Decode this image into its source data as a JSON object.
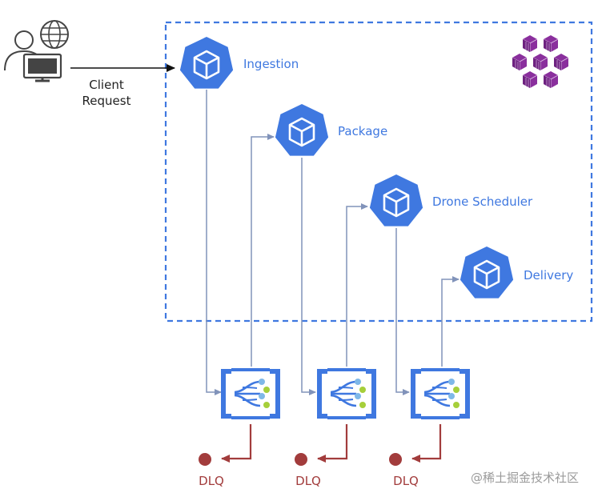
{
  "colors": {
    "boundary": "#3f78e0",
    "service_blue": "#3f78e0",
    "service_icon_white": "#ffffff",
    "arrow_gray_blue": "#8193ba",
    "client_arrow": "#111111",
    "dlq_red": "#a23c3c",
    "queue_frame": "#3f78e0",
    "queue_node_lightblue": "#7fb8e8",
    "queue_node_lime": "#a6cf3a",
    "aks_purple": "#8a2f9d",
    "label_blue": "#3f78e0",
    "label_dark": "#222222",
    "watermark": "#9a9a9a"
  },
  "client": {
    "icon": "user-globe-computer-icon",
    "label_line1": "Client",
    "label_line2": "Request"
  },
  "cluster": {
    "icon": "kubernetes-cluster-icon"
  },
  "services": [
    {
      "name": "Ingestion",
      "icon": "kubernetes-service-icon"
    },
    {
      "name": "Package",
      "icon": "kubernetes-service-icon"
    },
    {
      "name": "Drone Scheduler",
      "icon": "kubernetes-service-icon"
    },
    {
      "name": "Delivery",
      "icon": "kubernetes-service-icon"
    }
  ],
  "queues": [
    {
      "icon": "message-queue-icon",
      "dlq_label": "DLQ"
    },
    {
      "icon": "message-queue-icon",
      "dlq_label": "DLQ"
    },
    {
      "icon": "message-queue-icon",
      "dlq_label": "DLQ"
    }
  ],
  "watermark": "@稀土掘金技术社区"
}
